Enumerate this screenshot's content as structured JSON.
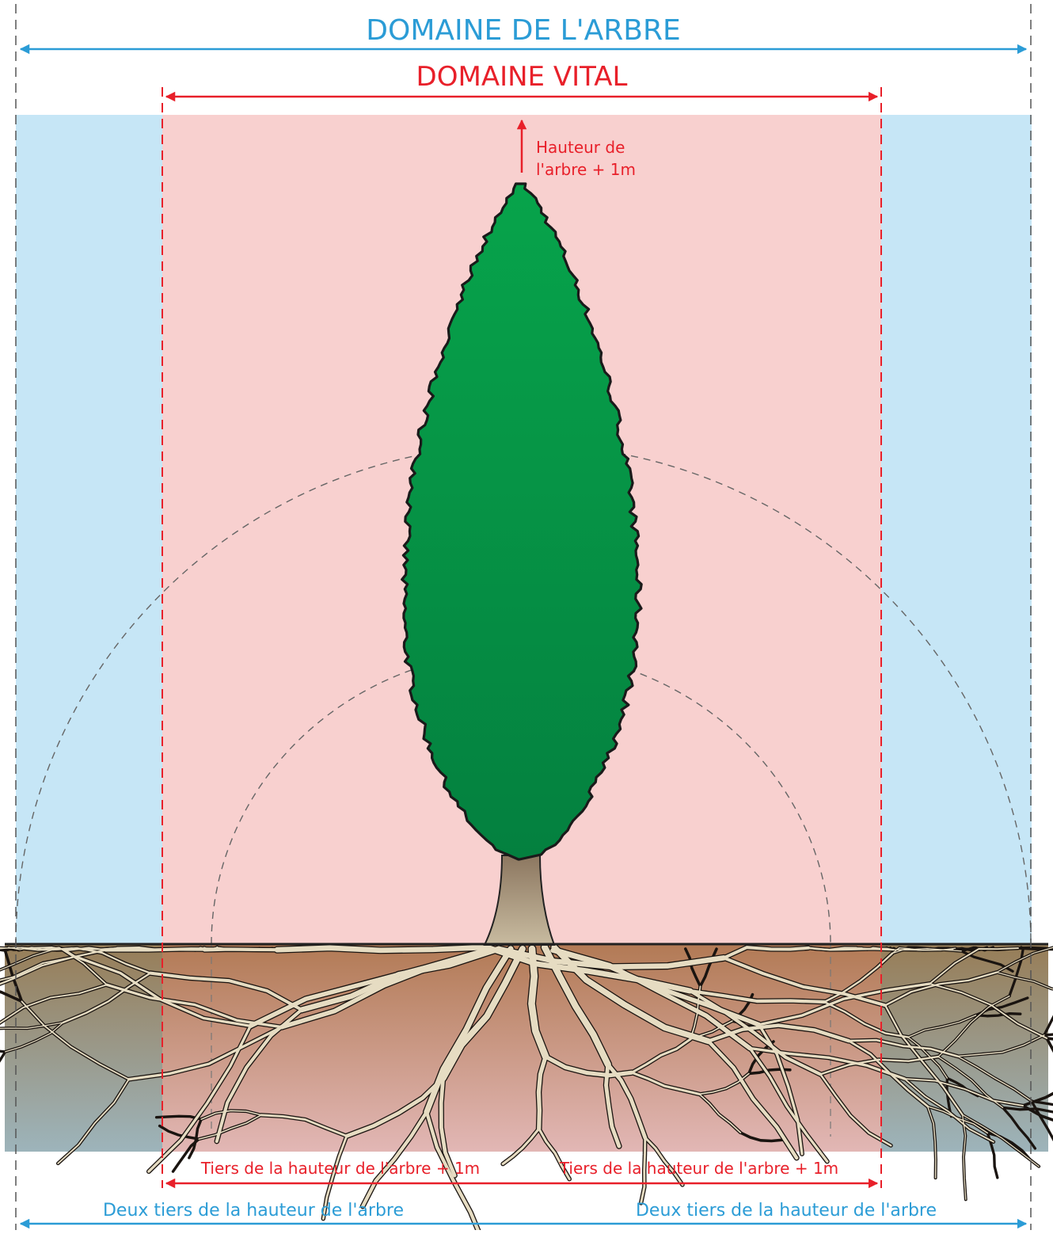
{
  "diagram": {
    "title_outer": "DOMAINE DE L'ARBRE",
    "title_inner": "DOMAINE VITAL",
    "height_label": [
      "Hauteur de",
      "l'arbre + 1m"
    ],
    "bottom_inner_left": "Tiers de la hauteur de l'arbre + 1m",
    "bottom_inner_right": "Tiers de la hauteur de l'arbre + 1m",
    "bottom_outer_left": "Deux tiers de la hauteur de l'arbre",
    "bottom_outer_right": "Deux tiers de la hauteur de l'arbre"
  },
  "colors": {
    "outer_domain": "#2b9cd6",
    "vital_domain": "#e8202a",
    "outer_zone_fill": "#c6e6f6",
    "vital_zone_fill": "#f8d0cf",
    "foliage_top": "#07a44b",
    "foliage_bottom": "#05803f",
    "trunk": "#8e7a63",
    "roots": "#e8e0c6",
    "soil_top": "#a0764f",
    "soil_bottom": "#9bb0b5",
    "ground_line": "#222222"
  }
}
